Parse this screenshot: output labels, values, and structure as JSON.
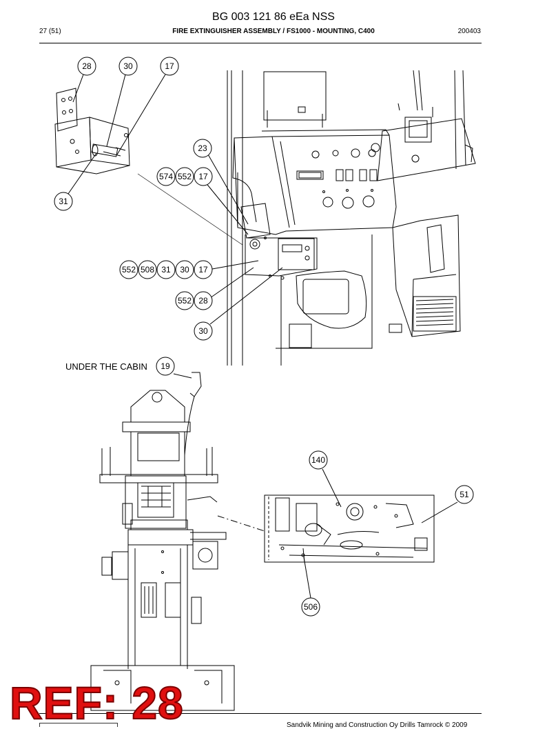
{
  "header": {
    "doc_title": "BG 003 121 86 eEa NSS",
    "page": "27 (51)",
    "section": "FIRE EXTINGUISHER ASSEMBLY / FS1000 - MOUNTING, C400",
    "date": "200403"
  },
  "labels": {
    "under_cabin": "UNDER THE CABIN"
  },
  "callouts": {
    "c28a": "28",
    "c30a": "30",
    "c17a": "17",
    "c31": "31",
    "c23": "23",
    "c574": "574",
    "c552a": "552",
    "c17b": "17",
    "c552b": "552",
    "c508": "508",
    "c31b": "31",
    "c30b": "30",
    "c17c": "17",
    "c552c": "552",
    "c28b": "28",
    "c30c": "30",
    "c19": "19",
    "c140": "140",
    "c51": "51",
    "c506": "506"
  },
  "footer": {
    "copyright": "Sandvik Mining and Construction Oy Drills Tamrock © 2009"
  },
  "stamp": {
    "ref": "REF: 28"
  },
  "colors": {
    "stamp": "#e01010",
    "line": "#000000"
  }
}
